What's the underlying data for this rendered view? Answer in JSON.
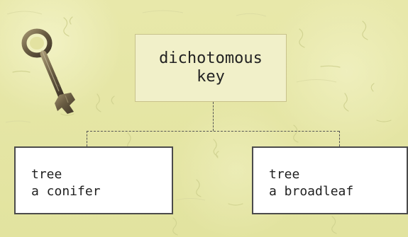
{
  "diagram": {
    "root": {
      "label": "dichotomous\nkey"
    },
    "branches": [
      {
        "line1": "tree",
        "line2": "a conifer"
      },
      {
        "line1": "tree",
        "line2": "a broadleaf"
      }
    ]
  }
}
